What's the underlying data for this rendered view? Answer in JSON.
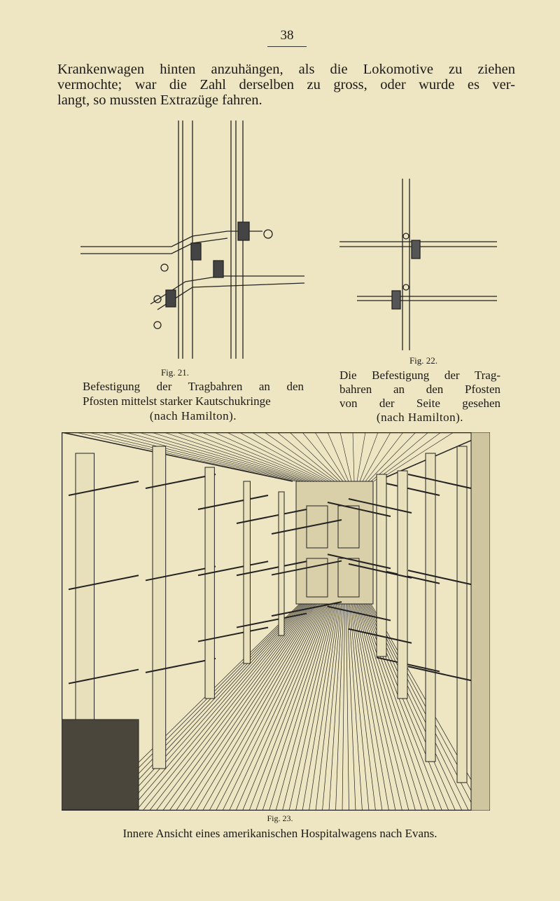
{
  "page_number": "38",
  "body_text": [
    "Krankenwagen hinten anzuhängen, als die Lokomotive zu ziehen",
    "vermochte; war die Zahl derselben zu gross, oder wurde es ver-",
    "langt, so mussten Extrazüge fahren."
  ],
  "fig21": {
    "label": "Fig. 21.",
    "caption": [
      "Befestigung der Tragbahren an den",
      "Pfosten mittelst starker Kautschukringe",
      "(nach Hamilton)."
    ]
  },
  "fig22": {
    "label": "Fig. 22.",
    "caption": [
      "Die Befestigung der Trag-",
      "bahren an den Pfosten",
      "von der Seite gesehen",
      "(nach Hamilton)."
    ]
  },
  "fig23": {
    "label": "Fig. 23.",
    "caption": "Innere Ansicht eines amerikanischen Hospitalwagens nach Evans."
  },
  "colors": {
    "paper": "#eee5c2",
    "ink": "#1c1a16"
  }
}
